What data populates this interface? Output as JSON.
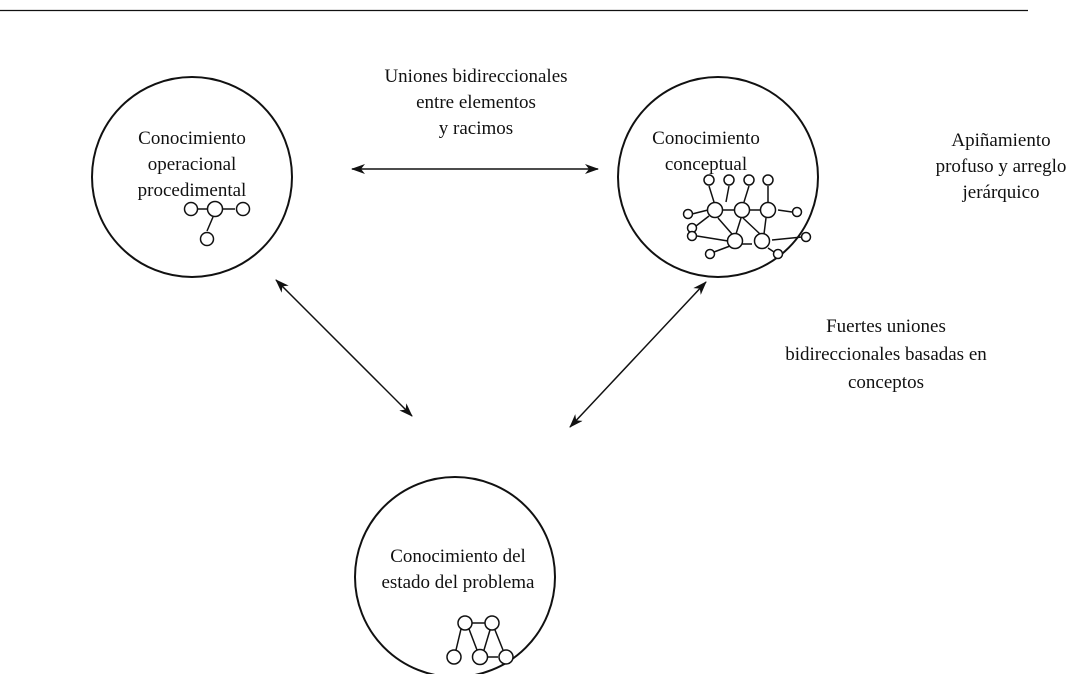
{
  "nodes": {
    "procedural": {
      "lines": [
        "Conocimiento",
        "operacional",
        "procedimental"
      ]
    },
    "conceptual": {
      "lines": [
        "Conocimiento",
        "conceptual"
      ]
    },
    "problem": {
      "lines": [
        "Conocimiento del",
        "estado del problema"
      ]
    }
  },
  "annotations": {
    "top_link": {
      "lines": [
        "Uniones bidireccionales",
        "entre elementos",
        "y racimos"
      ]
    },
    "right_top": {
      "lines": [
        "Apiñamiento",
        "profuso y arreglo",
        "jerárquico"
      ]
    },
    "right_mid": {
      "lines": [
        "Fuertes uniones",
        "bidireccionales basadas en",
        "conceptos"
      ]
    }
  },
  "colors": {
    "line": "#111111",
    "background": "#ffffff"
  }
}
